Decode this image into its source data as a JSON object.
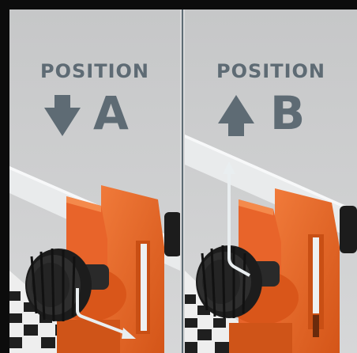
{
  "panels": [
    {
      "label": "POSITION",
      "letter": "A",
      "direction": "down"
    },
    {
      "label": "POSITION",
      "letter": "B",
      "direction": "up"
    }
  ],
  "colors": {
    "frame": "#0c0c0c",
    "background": "#c8c9ca",
    "text": "#5e6b74",
    "orange": "#e8642a",
    "knob": "#1c1c1c",
    "motion_arrow": "#e9eef0"
  }
}
